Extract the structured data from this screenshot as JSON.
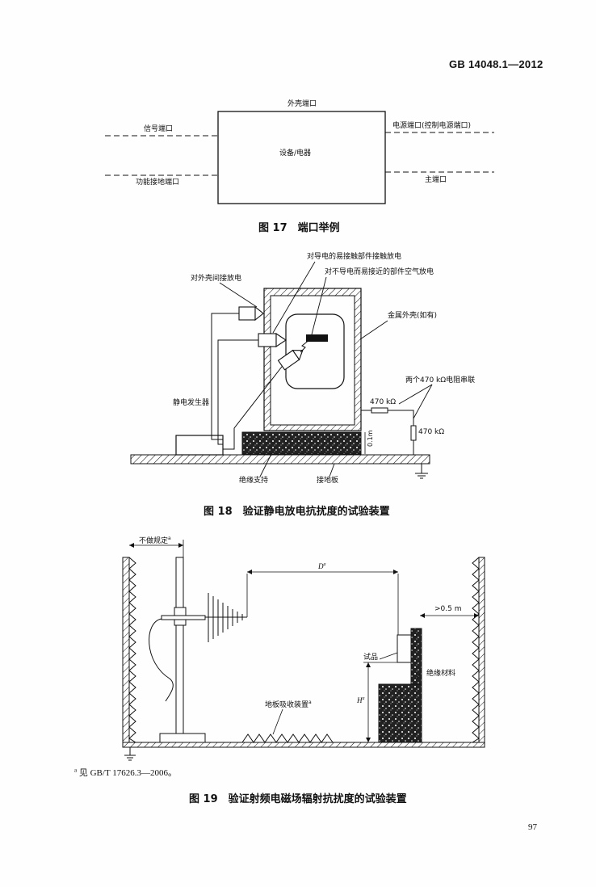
{
  "header": {
    "standard_code": "GB 14048.1—2012"
  },
  "fig17": {
    "top_port": "外壳端口",
    "left_top": "信号端口",
    "left_bottom": "功能接地端口",
    "right_top": "电源端口(控制电源端口)",
    "right_bottom": "主端口",
    "center": "设备/电器",
    "caption": "图 17　端口举例"
  },
  "fig18": {
    "label_contact": "对导电的易接触部件接触放电",
    "label_air": "对不导电而易接近的部件空气放电",
    "label_indirect": "对外壳间接放电",
    "label_enclosure": "金属外壳(如有)",
    "label_resistors": "两个470 kΩ电阻串联",
    "r1": "470 kΩ",
    "r2": "470 kΩ",
    "height": "0.1m",
    "generator": "静电发生器",
    "support": "绝缘支持",
    "ground_plane": "接地板",
    "caption": "图 18　验证静电放电抗扰度的试验装置"
  },
  "fig19": {
    "unspecified": "不做规定",
    "distance": "D",
    "clearance": ">0.5 m",
    "eut": "试品",
    "insulation": "绝缘材料",
    "height": "H",
    "floor_absorber": "地板吸收装置",
    "caption": "图 19　验证射频电磁场辐射抗扰度的试验装置"
  },
  "footnote": {
    "mark": "a",
    "text": "见 GB/T 17626.3—2006。"
  },
  "page_number": "97"
}
